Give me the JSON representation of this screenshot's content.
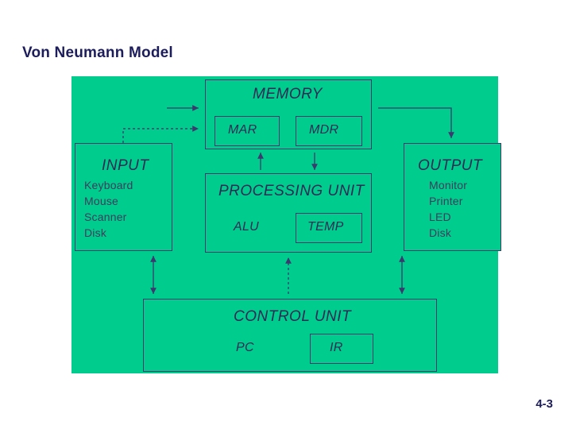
{
  "slide": {
    "title": "Von Neumann Model",
    "page_number": "4-3"
  },
  "diagram": {
    "background_color": "#00cc8e",
    "line_color": "#3a3a6e",
    "text_color": "#2b2b55",
    "blocks": {
      "memory": {
        "label": "MEMORY",
        "sub": [
          {
            "label": "MAR"
          },
          {
            "label": "MDR"
          }
        ]
      },
      "processing": {
        "label": "PROCESSING UNIT",
        "sub": [
          {
            "label": "ALU"
          },
          {
            "label": "TEMP"
          }
        ]
      },
      "control": {
        "label": "CONTROL UNIT",
        "sub": [
          {
            "label": "PC"
          },
          {
            "label": "IR"
          }
        ]
      },
      "input": {
        "label": "INPUT",
        "items": [
          "Keyboard",
          "Mouse",
          "Scanner",
          "Disk"
        ]
      },
      "output": {
        "label": "OUTPUT",
        "items": [
          "Monitor",
          "Printer",
          "LED",
          "Disk"
        ]
      }
    }
  }
}
